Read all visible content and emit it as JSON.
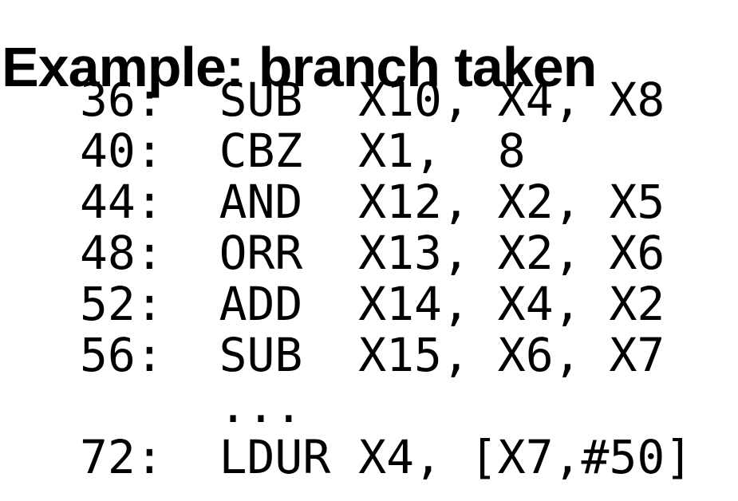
{
  "slide": {
    "title": "Example: branch taken",
    "colors": {
      "background": "#ffffff",
      "text": "#000000"
    },
    "code": {
      "lines": [
        {
          "address": "36:",
          "mnemonic": "SUB",
          "operands": "X10, X4, X8"
        },
        {
          "address": "40:",
          "mnemonic": "CBZ",
          "operands": "X1,  8"
        },
        {
          "address": "44:",
          "mnemonic": "AND",
          "operands": "X12, X2, X5"
        },
        {
          "address": "48:",
          "mnemonic": "ORR",
          "operands": "X13, X2, X6"
        },
        {
          "address": "52:",
          "mnemonic": "ADD",
          "operands": "X14, X4, X2"
        },
        {
          "address": "56:",
          "mnemonic": "SUB",
          "operands": "X15, X6, X7"
        },
        {
          "address": "",
          "mnemonic": "...",
          "operands": ""
        },
        {
          "address": "72:",
          "mnemonic": "LDUR",
          "operands": "X4, [X7,#50]"
        }
      ]
    }
  }
}
